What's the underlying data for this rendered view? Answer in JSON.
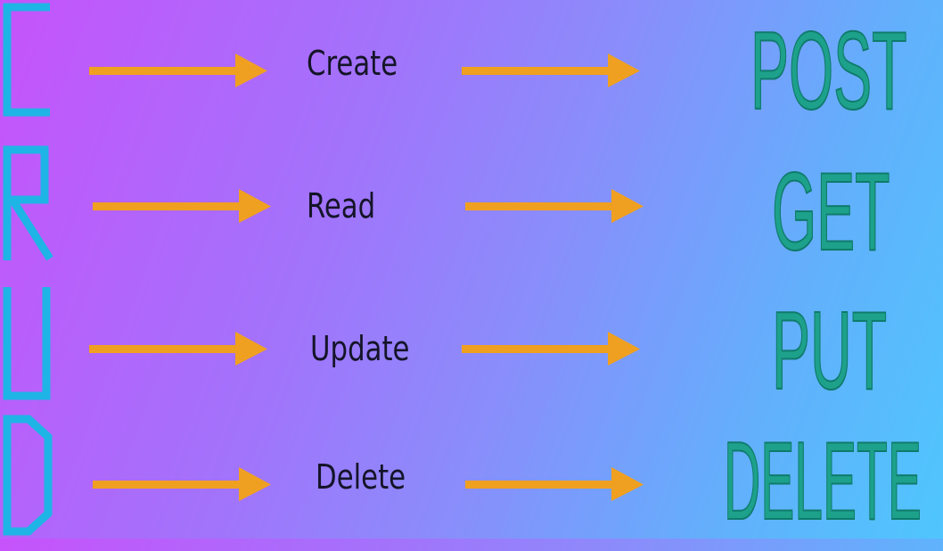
{
  "acronym": [
    "C",
    "R",
    "U",
    "D"
  ],
  "rows": [
    {
      "operation": "Create",
      "method": "POST"
    },
    {
      "operation": "Read",
      "method": "GET"
    },
    {
      "operation": "Update",
      "method": "PUT"
    },
    {
      "operation": "Delete",
      "method": "DELETE"
    }
  ],
  "colors": {
    "acronym_letters": "#1fb4e6",
    "arrows": "#f0a020",
    "operation_text": "#141428",
    "method_text": "#1da18a",
    "background_start": "#c653fb",
    "background_end": "#4fc6fd"
  },
  "icons": {
    "connector": "right-arrow-icon"
  }
}
